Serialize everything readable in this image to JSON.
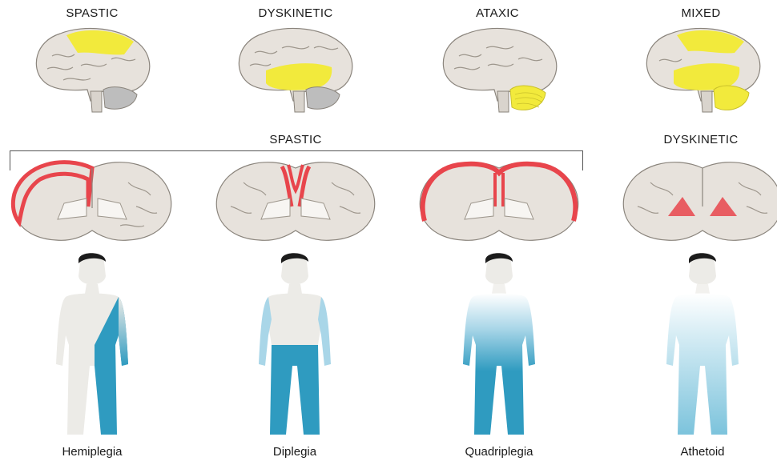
{
  "brain_types": [
    "SPASTIC",
    "DYSKINETIC",
    "ATAXIC",
    "MIXED"
  ],
  "section_labels": {
    "spastic": "SPASTIC",
    "dyskinetic": "DYSKINETIC"
  },
  "captions": [
    "Hemiplegia",
    "Diplegia",
    "Quadriplegia",
    "Athetoid"
  ],
  "colors": {
    "brain": "#e7e2dc",
    "brain_outline": "#8a847c",
    "highlight_yellow": "#f2ea3c",
    "cortex_red": "#e8454c",
    "body": "#ecebe7",
    "affected_blue": "#2f9bc0",
    "light_blue": "#a9d6e8",
    "hair": "#1c1c1c"
  }
}
